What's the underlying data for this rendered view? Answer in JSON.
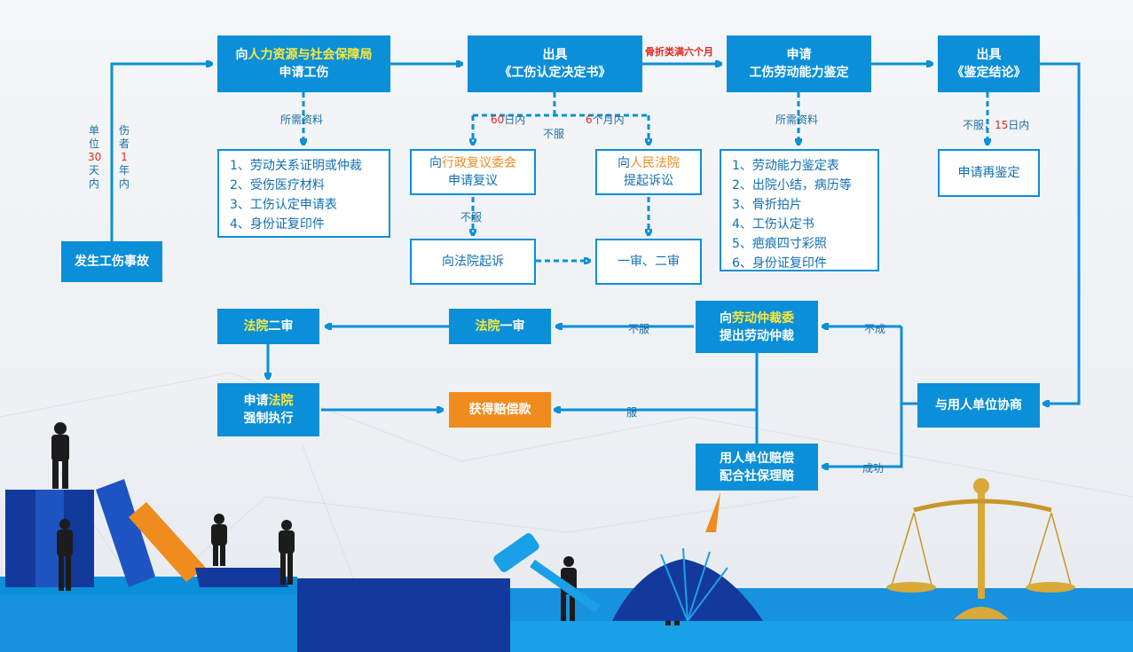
{
  "nodes": {
    "accident": "发生工伤事故",
    "apply_prefix": "向",
    "apply_org": "人力资源与社会保障局",
    "apply_line2": "申请工伤",
    "issue_decision_l1": "出具",
    "issue_decision_l2": "《工伤认定决定书》",
    "apply_assess_l1": "申请",
    "apply_assess_l2": "工伤劳动能力鉴定",
    "issue_conclusion_l1": "出具",
    "issue_conclusion_l2": "《鉴定结论》",
    "admin_review_prefix": "向",
    "admin_review_org": "行政复议委会",
    "admin_review_l2": "申请复议",
    "court_sue_prefix": "向",
    "court_sue_org": "人民法院",
    "court_sue_l2": "提起诉讼",
    "sue_to_court": "向法院起诉",
    "first_second": "一审、二审",
    "reapply": "申请再鉴定",
    "arbitration_prefix": "向",
    "arbitration_org": "劳动仲裁委",
    "arbitration_l2": "提出劳动仲裁",
    "court_first_org": "法院",
    "court_first_suffix": "一审",
    "court_second_org": "法院",
    "court_second_suffix": "二审",
    "enforce_prefix": "申请",
    "enforce_org": "法院",
    "enforce_l2": "强制执行",
    "compensation": "获得赔偿款",
    "negotiate": "与用人单位协商",
    "employer_pay_l1": "用人单位赔偿",
    "employer_pay_l2": "配合社保理赔"
  },
  "lists": {
    "apply_docs": [
      "1、劳动关系证明或仲裁",
      "2、受伤医疗材料",
      "3、工伤认定申请表",
      "4、身份证复印件"
    ],
    "assess_docs": [
      "1、劳动能力鉴定表",
      "2、出院小结，病历等",
      "3、骨折拍片",
      "4、工伤认定书",
      "5、疤痕四寸彩照",
      "6、身份证复印件"
    ]
  },
  "labels": {
    "unit_days": [
      "单",
      "位",
      "30",
      "天",
      "内"
    ],
    "injured_year": [
      "伤",
      "者",
      "1",
      "年",
      "内"
    ],
    "required_docs_1": "所需资料",
    "required_docs_2": "所需资料",
    "fracture_six_months": "骨折类满六个月",
    "sixty_days_num": "60",
    "sixty_days_unit": "日内",
    "six_months_num": "6",
    "six_months_unit": "个月内",
    "disagree_1": "不服",
    "disagree_2": "不服",
    "disagree_3": "不服",
    "disagree_4_prefix": "不服，",
    "disagree_4_num": "15",
    "disagree_4_unit": "日内",
    "fail": "不成",
    "success": "成功",
    "agree": "服"
  },
  "colors": {
    "primary": "#0a8fd8",
    "accent_orange": "#f08c1e",
    "highlight_yellow": "#ffe83a",
    "red": "#e02b20"
  }
}
